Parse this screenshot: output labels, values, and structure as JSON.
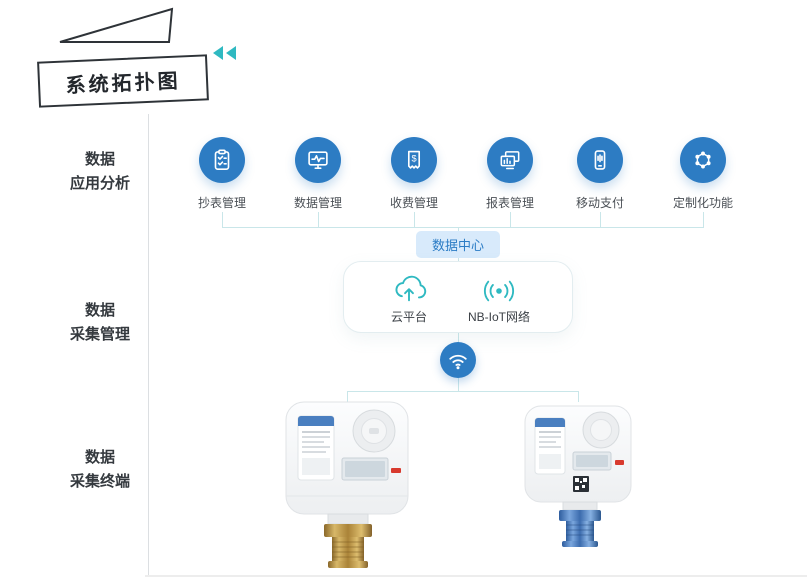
{
  "header": {
    "title": "系统拓扑图",
    "chevrons_icon": "double-left-chevron-icon"
  },
  "sidebar": {
    "sections": [
      {
        "line1": "数据",
        "line2": "应用分析"
      },
      {
        "line1": "数据",
        "line2": "采集管理"
      },
      {
        "line1": "数据",
        "line2": "采集终端"
      }
    ]
  },
  "apps": [
    {
      "label": "抄表管理",
      "icon": "clipboard-check-icon"
    },
    {
      "label": "数据管理",
      "icon": "monitor-pulse-icon"
    },
    {
      "label": "收费管理",
      "icon": "billing-receipt-icon"
    },
    {
      "label": "报表管理",
      "icon": "reports-chart-icon"
    },
    {
      "label": "移动支付",
      "icon": "mobile-payment-icon"
    },
    {
      "label": "定制化功能",
      "icon": "custom-network-icon"
    }
  ],
  "data_center": {
    "label": "数据中心"
  },
  "platform_box": {
    "items": [
      {
        "label": "云平台",
        "icon": "cloud-upload-icon"
      },
      {
        "label": "NB-IoT网络",
        "icon": "nbiot-signal-icon"
      }
    ]
  },
  "gateway": {
    "icon": "wifi-icon"
  },
  "devices": [
    {
      "name": "nb-iot-water-meter-brass-fitting"
    },
    {
      "name": "nb-iot-water-meter-blue-fitting"
    }
  ],
  "colors": {
    "primary_blue": "#2d7cc3",
    "teal_accent": "#2fb9c1",
    "connector_line": "#c9e6e9",
    "badge_bg": "#d8eafb",
    "badge_text": "#2b7cc5"
  }
}
